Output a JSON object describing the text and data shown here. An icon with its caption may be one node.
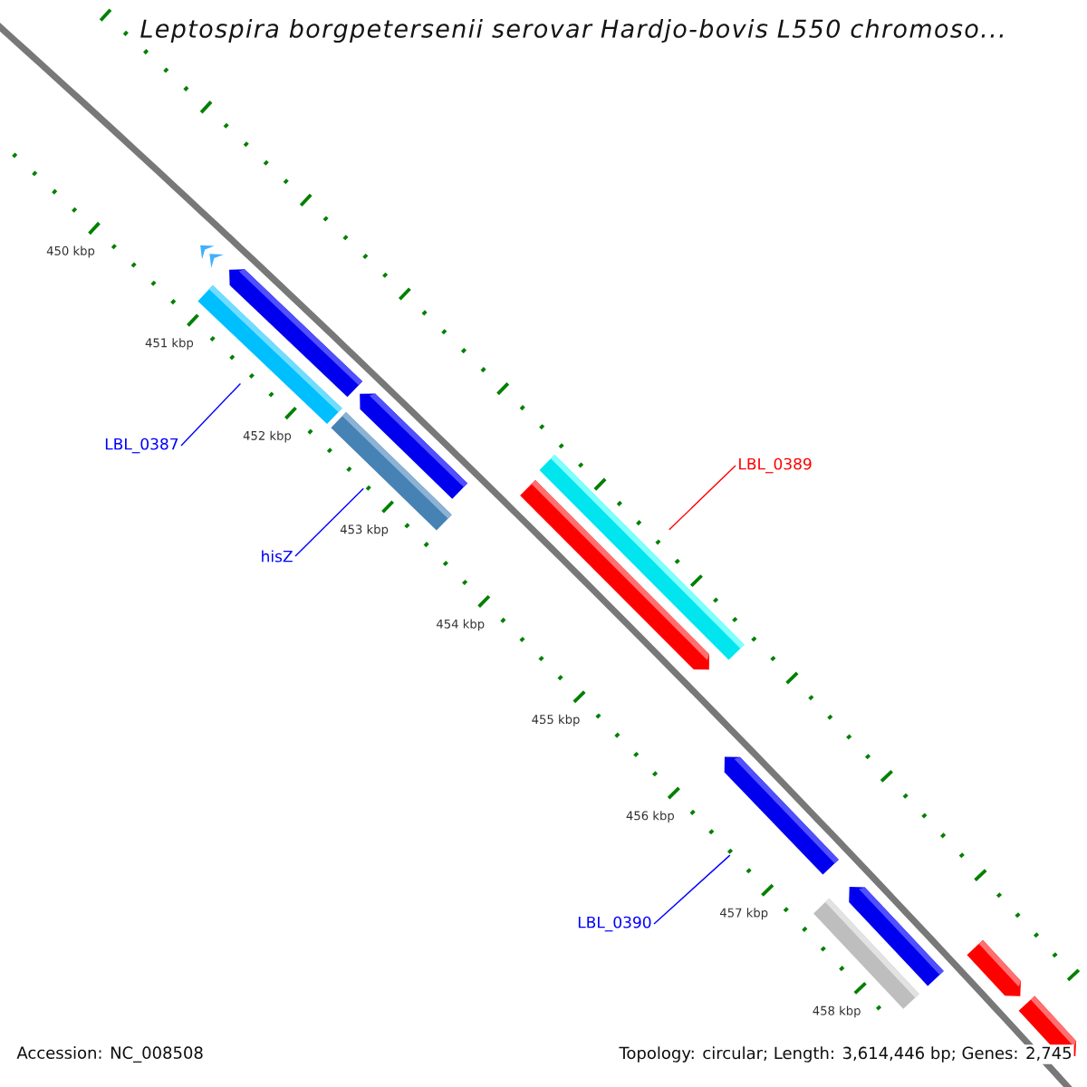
{
  "diagram": {
    "title": "Leptospira borgpetersenii serovar Hardjo-bovis L550 chromoso...",
    "nodes": [
      {
        "text": [],
        "shape": "bar"
      },
      {
        "text": [],
        "shape": "bar"
      },
      {
        "text": [],
        "shape": "bar"
      },
      {
        "text": [],
        "shape": "bar"
      },
      {
        "text": [],
        "shape": "bar"
      },
      {
        "text": [
          "LBL_0387"
        ]
      },
      {
        "text": [],
        "shape": "bar"
      },
      {
        "text": [],
        "shape": "bar"
      },
      {
        "text": [
          "LBL_0389"
        ]
      },
      {
        "text": [
          "hisZ"
        ]
      },
      {
        "text": [],
        "shape": "bar"
      },
      {
        "text": [
          "LBL_0390"
        ]
      },
      {
        "text": [],
        "shape": "bar"
      },
      {
        "text": [],
        "shape": "bar"
      },
      {
        "text": [],
        "shape": "bar"
      },
      {
        "text": [],
        "shape": "bar"
      }
    ],
    "edges": [
      {
        "from": 5,
        "to": 1,
        "arrow": "none"
      },
      {
        "from": 8,
        "to": 6,
        "arrow": "none",
        "color": "#ff0000"
      },
      {
        "from": 9,
        "to": 3,
        "arrow": "none"
      },
      {
        "from": 11,
        "to": 10,
        "arrow": "none"
      }
    ],
    "labels": [
      "450 kbp",
      "451 kbp",
      "452 kbp",
      "453 kbp",
      "454 kbp",
      "455 kbp",
      "456 kbp",
      "457 kbp",
      "458 kbp",
      "Accession: NC_008508",
      "Topology: circular; Length: 3,614,446 bp; Genes: 2,745"
    ]
  }
}
